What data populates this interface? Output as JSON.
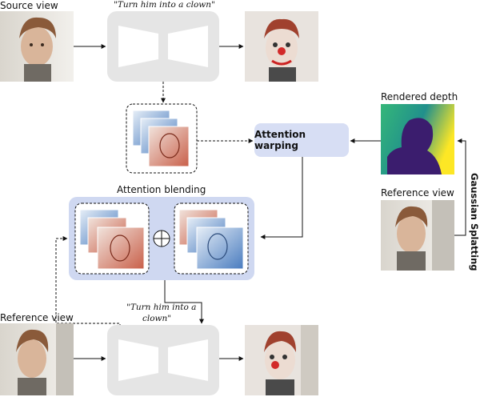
{
  "labels": {
    "source_view": "Source view",
    "prompt_top": "\"Turn him into a clown\"",
    "rendered_depth": "Rendered depth",
    "attention_warping": "Attention warping",
    "attention_blending": "Attention blending",
    "gaussian_splatting": "Gaussian Splatting",
    "reference_view_right": "Reference view",
    "reference_view_left": "Reference view",
    "prompt_bottom_line1": "\"Turn him into a",
    "prompt_bottom_line2": "clown\""
  },
  "colors": {
    "unet_fill": "#e5e5e5",
    "white_shape": "#ffffff",
    "warping_fill": "#d7def4",
    "blending_fill": "#cfd8f1",
    "depth_dark": "#3b1d6e",
    "depth_mid": "#21908c",
    "depth_light": "#b5de2b",
    "attn_red": "#b5432f",
    "attn_blue": "#3d6fb6",
    "skin": "#d9b59a",
    "hair": "#8a5a3a"
  }
}
